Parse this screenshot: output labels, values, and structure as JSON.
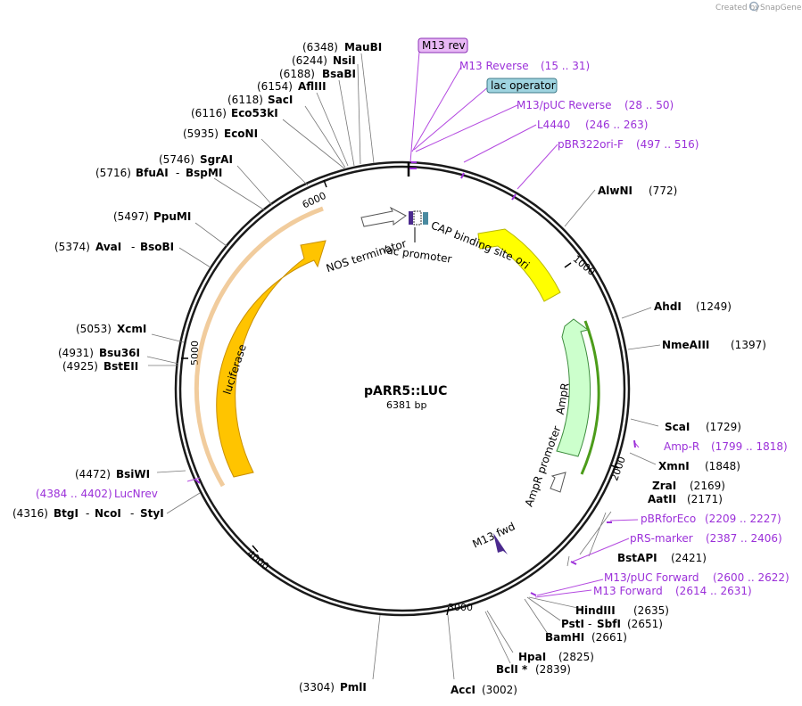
{
  "credit": "Created by",
  "brand": "SnapGene",
  "plasmid": {
    "name": "pARR5::LUC",
    "length": "6381 bp"
  },
  "ticks": [
    "1000",
    "2000",
    "3000",
    "4000",
    "5000",
    "6000"
  ],
  "features": {
    "luciferase": "luciferase",
    "ori": "ori",
    "ampr": "AmpR",
    "ampr_promoter": "AmpR promoter",
    "nos_terminator": "NOS terminator",
    "lac_promoter": "lac promoter",
    "cap_binding_site": "CAP binding site",
    "m13_fwd": "M13 fwd"
  },
  "boxed_labels": {
    "m13_rev": "M13 rev",
    "lac_operator": "lac operator"
  },
  "sites": [
    {
      "pos": "(6348)",
      "name": "MauBI"
    },
    {
      "pos": "(6244)",
      "name": "NsiI"
    },
    {
      "pos": "(6188)",
      "name": "BsaBI"
    },
    {
      "pos": "(6154)",
      "name": "AflIII"
    },
    {
      "pos": "(6118)",
      "name": "SacI"
    },
    {
      "pos": "(6116)",
      "name": "Eco53kI"
    },
    {
      "pos": "(5935)",
      "name": "EcoNI"
    },
    {
      "pos": "(5746)",
      "name": "SgrAI"
    },
    {
      "pos": "(5716)",
      "name": "BfuAI",
      "name2": "BspMI"
    },
    {
      "pos": "(5497)",
      "name": "PpuMI"
    },
    {
      "pos": "(5374)",
      "name": "AvaI",
      "name2": "BsoBI"
    },
    {
      "pos": "(5053)",
      "name": "XcmI"
    },
    {
      "pos": "(4931)",
      "name": "Bsu36I"
    },
    {
      "pos": "(4925)",
      "name": "BstEII"
    },
    {
      "pos": "(4472)",
      "name": "BsiWI"
    },
    {
      "pos": "(4316)",
      "name": "BtgI",
      "name2": "NcoI",
      "name3": "StyI"
    },
    {
      "pos": "(3304)",
      "name": "PmlI"
    },
    {
      "pos": "(3002)",
      "name": "AccI"
    },
    {
      "pos": "(2839)",
      "name": "BclI *"
    },
    {
      "pos": "(2825)",
      "name": "HpaI"
    },
    {
      "pos": "(2661)",
      "name": "BamHI"
    },
    {
      "pos": "(2651)",
      "name": "PstI",
      "name2": "SbfI"
    },
    {
      "pos": "(2635)",
      "name": "HindIII"
    },
    {
      "pos": "(2421)",
      "name": "BstAPI"
    },
    {
      "pos": "(2171)",
      "name": "AatII"
    },
    {
      "pos": "(2169)",
      "name": "ZraI"
    },
    {
      "pos": "(1848)",
      "name": "XmnI"
    },
    {
      "pos": "(1729)",
      "name": "ScaI"
    },
    {
      "pos": "(1397)",
      "name": "NmeAIII"
    },
    {
      "pos": "(1249)",
      "name": "AhdI"
    },
    {
      "pos": "(772)",
      "name": "AlwNI"
    }
  ],
  "primers": [
    {
      "name": "M13 Reverse",
      "range": "(15 .. 31)"
    },
    {
      "name": "M13/pUC Reverse",
      "range": "(28 .. 50)"
    },
    {
      "name": "L4440",
      "range": "(246 .. 263)"
    },
    {
      "name": "pBR322ori-F",
      "range": "(497 .. 516)"
    },
    {
      "name": "Amp-R",
      "range": "(1799 .. 1818)"
    },
    {
      "name": "pBRforEco",
      "range": "(2209 .. 2227)"
    },
    {
      "name": "pRS-marker",
      "range": "(2387 .. 2406)"
    },
    {
      "name": "M13/pUC Forward",
      "range": "(2600 .. 2622)"
    },
    {
      "name": "M13 Forward",
      "range": "(2614 .. 2631)"
    },
    {
      "name": "LucNrev",
      "range": "(4384 .. 4402)"
    }
  ],
  "colors": {
    "backbone": "#1a1a1a",
    "luciferase": "#ffc400",
    "ori": "#ffff00",
    "ampr": "#ccffcc",
    "primer": "#9b30d9",
    "m13_rev_box": "#e8b8f5",
    "lac_operator_box": "#9fd4e0"
  }
}
